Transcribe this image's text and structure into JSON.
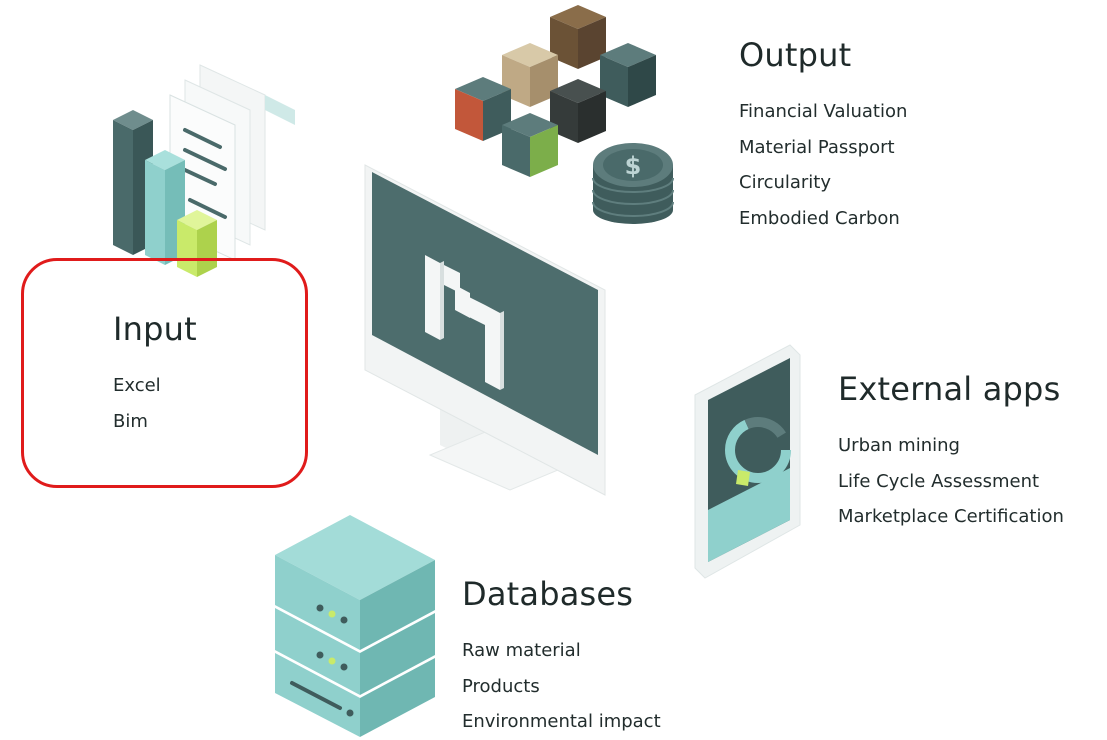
{
  "output": {
    "heading": "Output",
    "items": [
      "Financial Valuation",
      "Material Passport",
      "Circularity",
      "Embodied Carbon"
    ]
  },
  "input": {
    "heading": "Input",
    "items": [
      "Excel",
      "Bim"
    ]
  },
  "external_apps": {
    "heading": "External apps",
    "items": [
      "Urban mining",
      "Life Cycle Assessment",
      "Marketplace Certification"
    ]
  },
  "databases": {
    "heading": "Databases",
    "items": [
      "Raw material",
      "Products",
      "Environmental impact"
    ]
  },
  "highlight": {
    "target": "input",
    "color": "#e01b1b"
  },
  "icons": {
    "documents": "documents-chart-icon",
    "blocks": "material-blocks-icon",
    "coins": "dollar-coins-icon",
    "monitor": "monitor-logo-icon",
    "phone": "phone-app-icon",
    "server": "database-server-icon"
  },
  "colors": {
    "dark_teal": "#4a6a6a",
    "light_teal": "#8fd0cc",
    "lime": "#c9ea6a",
    "text": "#1f2a2a"
  }
}
